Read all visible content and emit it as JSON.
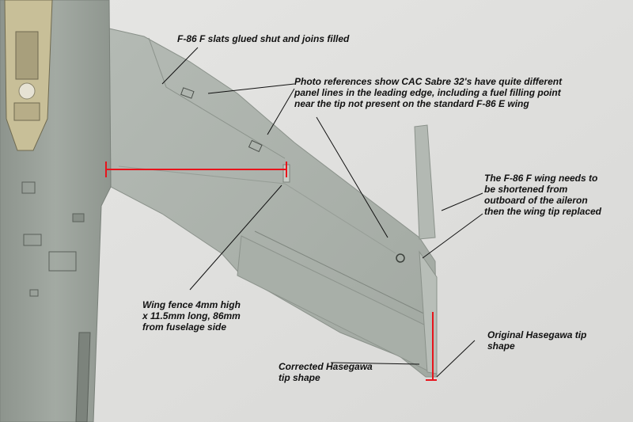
{
  "annotations": {
    "slats": "F-86 F slats glued shut and joins filled",
    "photo_refs": "Photo references show CAC Sabre 32's have quite different\npanel lines in the leading edge, including a fuel filling point\nnear the tip not present on the standard F-86 E wing",
    "shorten": "The F-86 F wing needs to\nbe shortened from\noutboard of the aileron\nthen the wing tip replaced",
    "wing_fence": "Wing fence 4mm high\nx 11.5mm long, 86mm\nfrom fuselage side",
    "original_tip": "Original Hasegawa tip\nshape",
    "corrected_tip": "Corrected Hasegawa\ntip shape"
  },
  "colors": {
    "background": "#e2e2e0",
    "model_grey": "#a9b0a9",
    "fuselage": "#9ca39c",
    "cockpit": "#c8bf98",
    "leader_line": "#111111",
    "measure_red": "#e8141c"
  }
}
